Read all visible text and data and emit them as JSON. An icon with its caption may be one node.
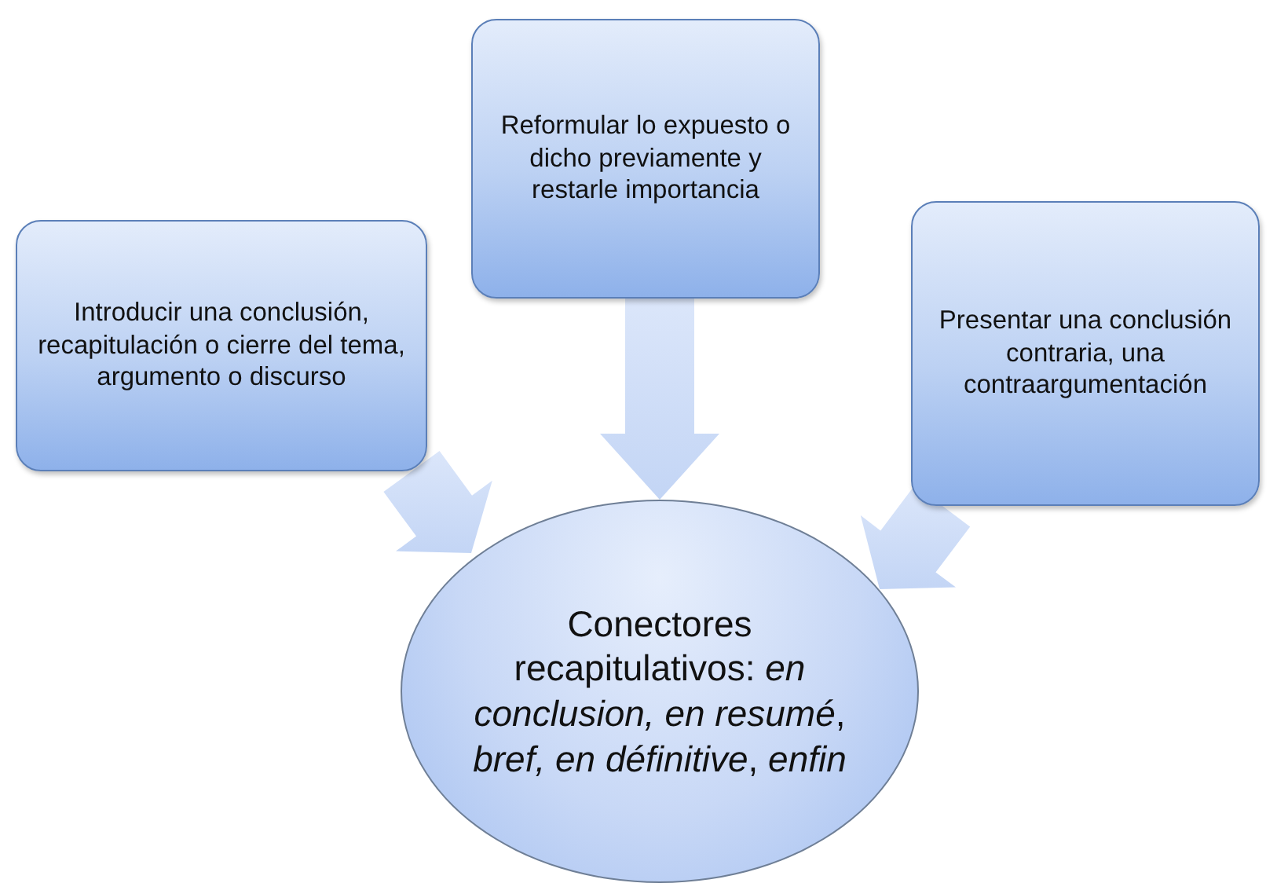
{
  "diagram": {
    "nodes": [
      {
        "text": [
          "Introducir una conclusión, recapitulación o cierre del tema, argumento o discurso"
        ]
      },
      {
        "text": [
          "Reformular lo expuesto o dicho previamente y restarle importancia"
        ]
      },
      {
        "text": [
          "Presentar una conclusión contraria, una contraargumentación"
        ]
      },
      {
        "text": [
          "Conectores recapitulativos: *en conclusion, en resumé*, *bref, en définitive*, *enfin*"
        ]
      }
    ],
    "edges": [
      {
        "from": 0,
        "to": 3,
        "arrow": "to"
      },
      {
        "from": 1,
        "to": 3,
        "arrow": "to"
      },
      {
        "from": 2,
        "to": 3,
        "arrow": "to"
      }
    ]
  }
}
